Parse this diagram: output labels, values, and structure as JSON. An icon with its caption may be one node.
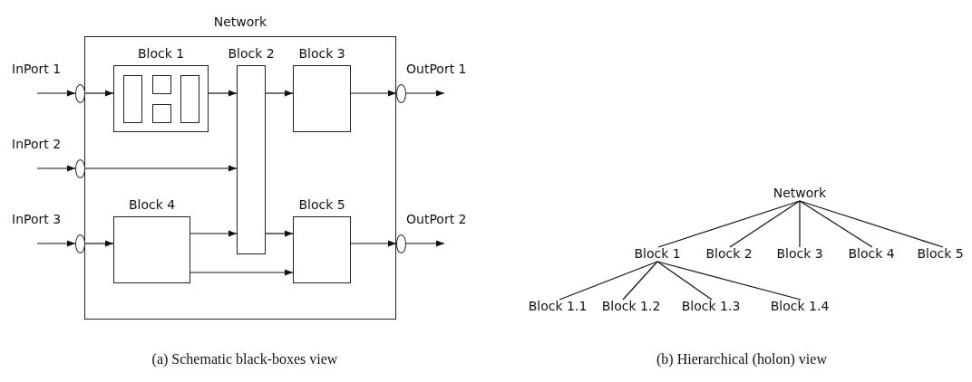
{
  "diagram": {
    "nodes": [
      {
        "text": [
          "Network"
        ]
      },
      {
        "text": [
          "Block 1"
        ],
        "in": 0
      },
      {
        "text": [],
        "shape": "box",
        "in": 1
      },
      {
        "text": [],
        "shape": "box",
        "in": 1
      },
      {
        "text": [],
        "shape": "box",
        "in": 1
      },
      {
        "text": [],
        "shape": "box",
        "in": 1
      },
      {
        "text": [
          "Block 2"
        ],
        "in": 0
      },
      {
        "text": [
          "Block 3"
        ],
        "in": 0
      },
      {
        "text": [
          "Block 4"
        ],
        "in": 0
      },
      {
        "text": [
          "Block 5"
        ],
        "in": 0
      },
      {
        "text": [
          "InPort 1"
        ]
      },
      {
        "text": [
          "InPort 2"
        ]
      },
      {
        "text": [
          "InPort 3"
        ]
      },
      {
        "text": [
          "OutPort 1"
        ]
      },
      {
        "text": [
          "OutPort 2"
        ]
      },
      {
        "text": [
          "Network"
        ]
      },
      {
        "text": [
          "Block 1"
        ]
      },
      {
        "text": [
          "Block 2"
        ]
      },
      {
        "text": [
          "Block 3"
        ]
      },
      {
        "text": [
          "Block 4"
        ]
      },
      {
        "text": [
          "Block 5"
        ]
      },
      {
        "text": [
          "Block 1.1"
        ]
      },
      {
        "text": [
          "Block 1.2"
        ]
      },
      {
        "text": [
          "Block 1.3"
        ]
      },
      {
        "text": [
          "Block 1.4"
        ]
      }
    ],
    "edges": [
      {
        "from": null,
        "to": 10,
        "arrow": "to"
      },
      {
        "from": 10,
        "to": 1,
        "arrow": "to"
      },
      {
        "from": 1,
        "to": 6,
        "arrow": "to"
      },
      {
        "from": 6,
        "to": 7,
        "arrow": "to"
      },
      {
        "from": 7,
        "to": 13,
        "arrow": "to"
      },
      {
        "from": 13,
        "to": null,
        "arrow": "to"
      },
      {
        "from": null,
        "to": 11,
        "arrow": "to"
      },
      {
        "from": 11,
        "to": 6,
        "arrow": "to"
      },
      {
        "from": null,
        "to": 12,
        "arrow": "to"
      },
      {
        "from": 12,
        "to": 8,
        "arrow": "to"
      },
      {
        "from": 8,
        "to": 6,
        "arrow": "to"
      },
      {
        "from": 6,
        "to": 9,
        "arrow": "to"
      },
      {
        "from": 8,
        "to": 9,
        "arrow": "to"
      },
      {
        "from": 9,
        "to": 14,
        "arrow": "to"
      },
      {
        "from": 14,
        "to": null,
        "arrow": "to"
      },
      {
        "from": 15,
        "to": 16,
        "arrow": "none"
      },
      {
        "from": 15,
        "to": 17,
        "arrow": "none"
      },
      {
        "from": 15,
        "to": 18,
        "arrow": "none"
      },
      {
        "from": 15,
        "to": 19,
        "arrow": "none"
      },
      {
        "from": 15,
        "to": 20,
        "arrow": "none"
      },
      {
        "from": 16,
        "to": 21,
        "arrow": "none"
      },
      {
        "from": 16,
        "to": 22,
        "arrow": "none"
      },
      {
        "from": 16,
        "to": 23,
        "arrow": "none"
      },
      {
        "from": 16,
        "to": 24,
        "arrow": "none"
      }
    ],
    "labels": [
      "(a) Schematic black-boxes view",
      "(b) Hierarchical (holon) view"
    ]
  }
}
